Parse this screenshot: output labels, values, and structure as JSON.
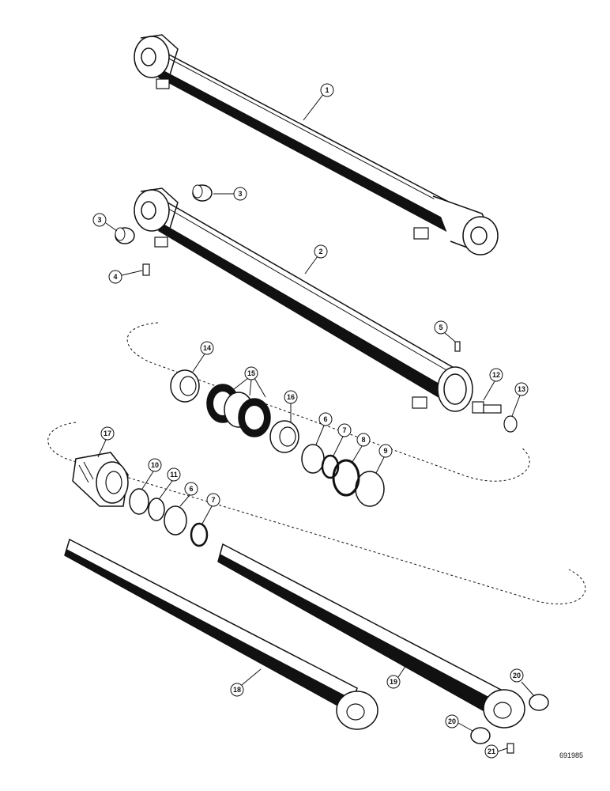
{
  "callouts": [
    "1",
    "2",
    "3",
    "3",
    "4",
    "5",
    "6",
    "6",
    "7",
    "7",
    "8",
    "9",
    "10",
    "11",
    "12",
    "13",
    "14",
    "15",
    "16",
    "17",
    "18",
    "19",
    "20",
    "20",
    "21"
  ],
  "reference_number": "691985"
}
